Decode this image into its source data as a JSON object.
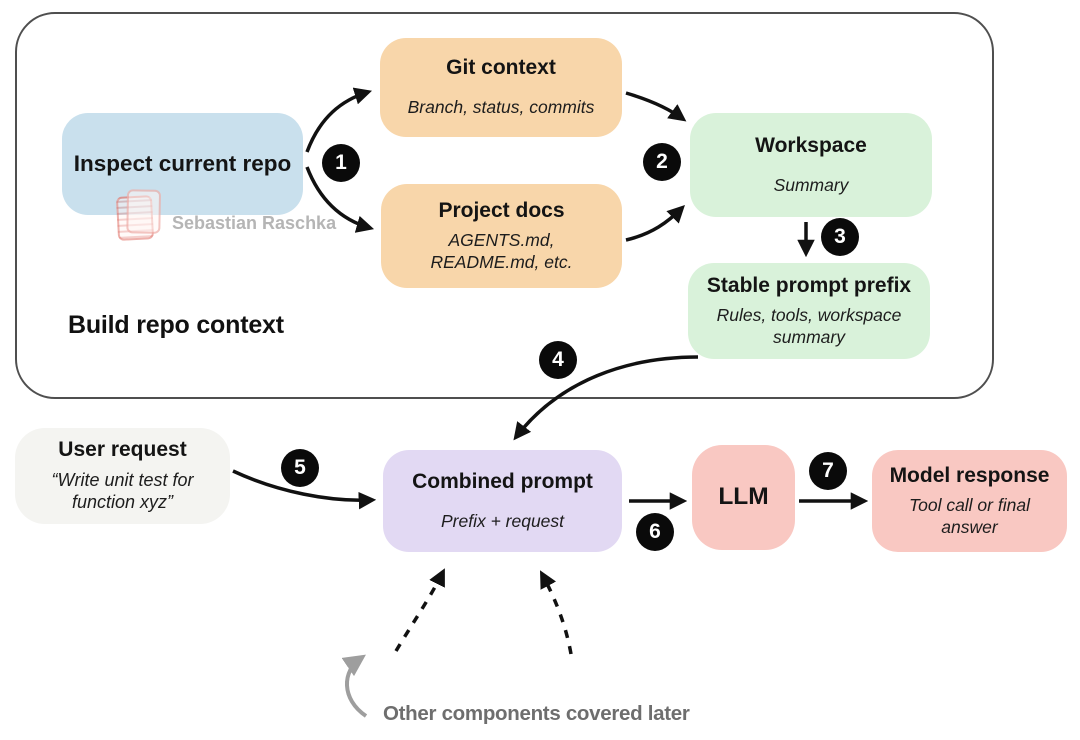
{
  "diagram": {
    "section_label": "Build repo context",
    "watermark": "Sebastian Raschka",
    "annotation": "Other components covered later"
  },
  "nodes": {
    "inspect": {
      "title": "Inspect current repo"
    },
    "git_context": {
      "title": "Git context",
      "subtitle": "Branch, status, commits"
    },
    "project_docs": {
      "title": "Project docs",
      "subtitle": "AGENTS.md,\nREADME.md, etc."
    },
    "workspace": {
      "title": "Workspace",
      "subtitle": "Summary"
    },
    "stable_prefix": {
      "title": "Stable prompt prefix",
      "subtitle": "Rules, tools, workspace\nsummary"
    },
    "user_request": {
      "title": "User request",
      "subtitle": "“Write unit test for\nfunction xyz”"
    },
    "combined_prompt": {
      "title": "Combined prompt",
      "subtitle": "Prefix + request"
    },
    "llm": {
      "title": "LLM"
    },
    "model_response": {
      "title": "Model response",
      "subtitle": "Tool call or final\nanswer"
    }
  },
  "steps": [
    "1",
    "2",
    "3",
    "4",
    "5",
    "6",
    "7"
  ],
  "colors": {
    "node_blue": "#c9e0ed",
    "node_orange": "#f8d6aa",
    "node_green": "#d9f2da",
    "node_lavender": "#e2d9f3",
    "node_pink": "#f9c8c2",
    "node_light_gray": "#f4f4f1",
    "step_circle": "#0a0a0a",
    "group_border": "#4f4f4f",
    "arrow_black": "#111111",
    "arrow_gray": "#9e9e9e",
    "annotation_gray": "#6e6e6e",
    "watermark_gray": "#b5b5b5"
  }
}
